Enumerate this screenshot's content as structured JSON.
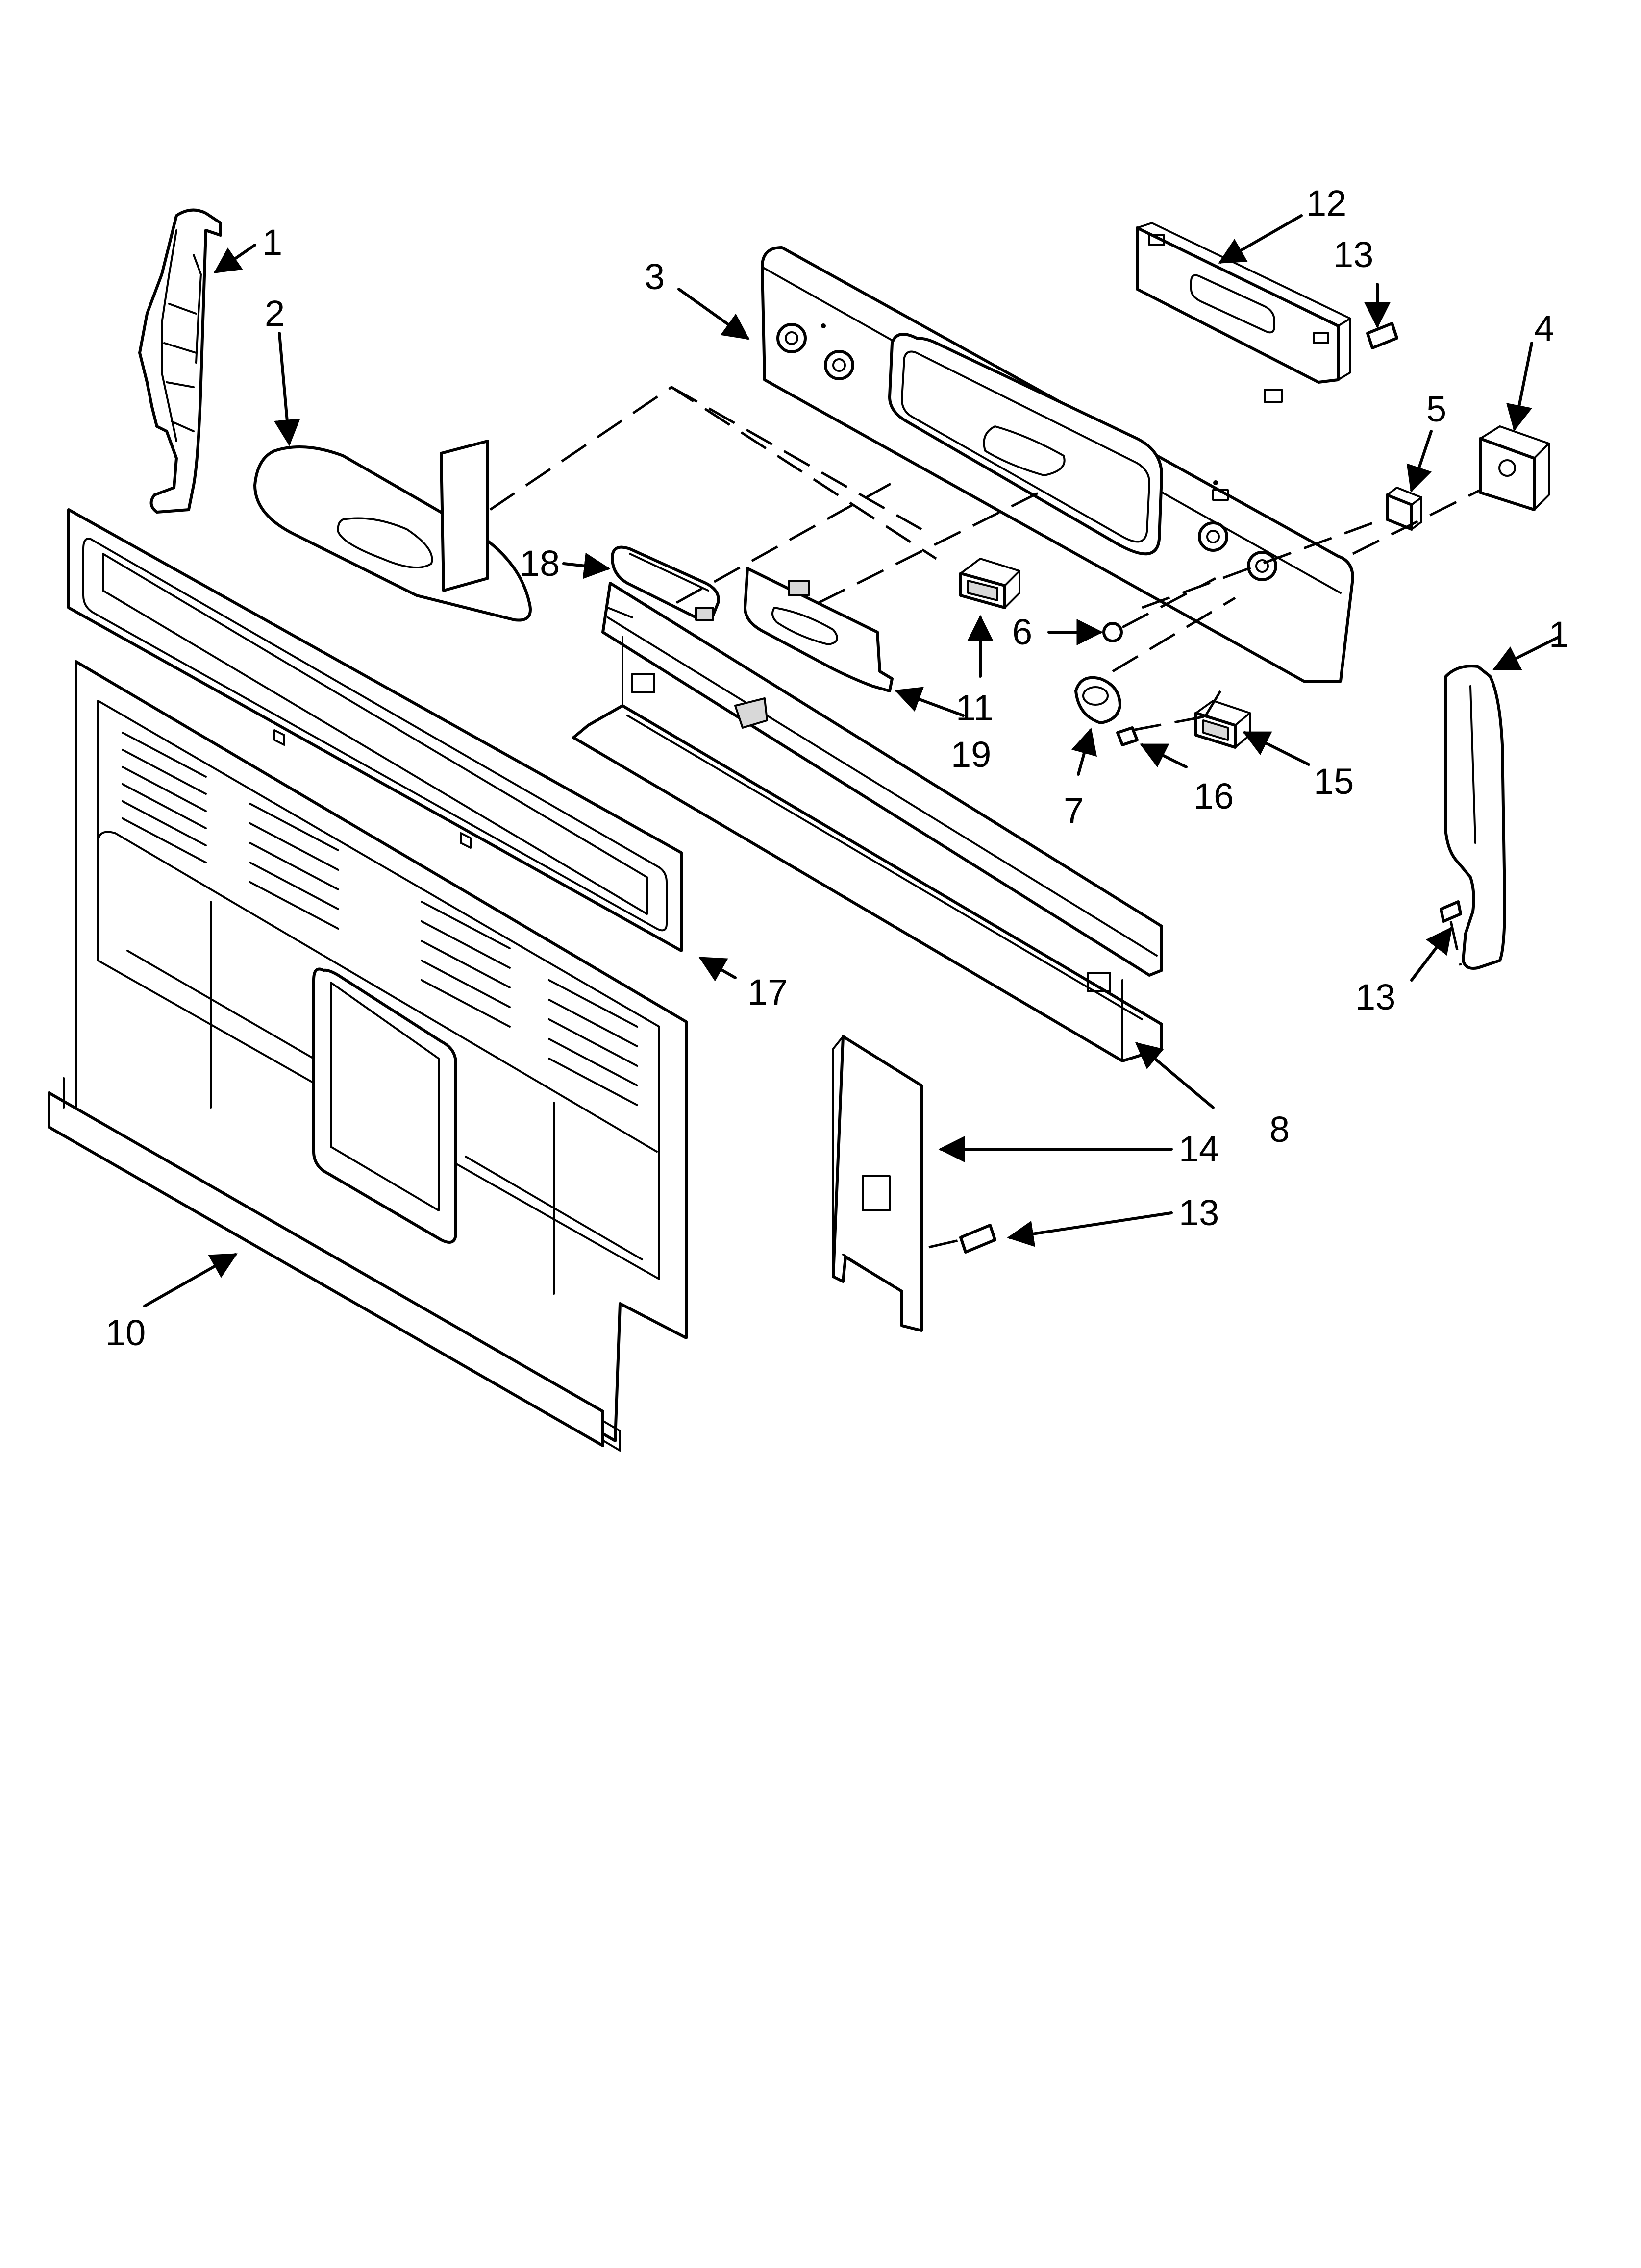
{
  "labels": [
    {
      "id": "1",
      "text": "1"
    },
    {
      "id": "1b",
      "text": "1"
    },
    {
      "id": "2",
      "text": "2"
    },
    {
      "id": "3",
      "text": "3"
    },
    {
      "id": "4",
      "text": "4"
    },
    {
      "id": "5",
      "text": "5"
    },
    {
      "id": "6",
      "text": "6"
    },
    {
      "id": "7",
      "text": "7"
    },
    {
      "id": "8",
      "text": "8"
    },
    {
      "id": "10",
      "text": "10"
    },
    {
      "id": "11",
      "text": "11"
    },
    {
      "id": "12",
      "text": "12"
    },
    {
      "id": "13a",
      "text": "13"
    },
    {
      "id": "13b",
      "text": "13"
    },
    {
      "id": "13c",
      "text": "13"
    },
    {
      "id": "14",
      "text": "14"
    },
    {
      "id": "15",
      "text": "15"
    },
    {
      "id": "16",
      "text": "16"
    },
    {
      "id": "17",
      "text": "17"
    },
    {
      "id": "18",
      "text": "18"
    },
    {
      "id": "19",
      "text": "19"
    }
  ]
}
